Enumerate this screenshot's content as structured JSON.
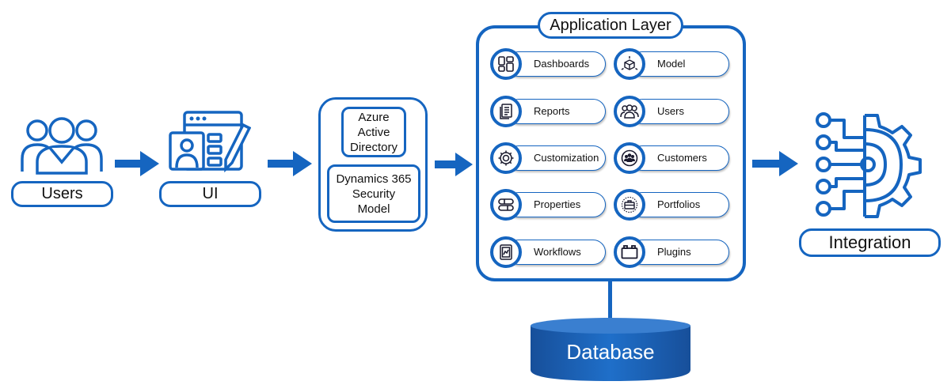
{
  "users": {
    "label": "Users",
    "icon": "users-group-icon"
  },
  "ui": {
    "label": "UI",
    "icon": "ui-form-icon"
  },
  "security": {
    "azure": "Azure\nActive\nDirectory",
    "dynamics": "Dynamics 365\nSecurity\nModel"
  },
  "application_layer": {
    "title": "Application Layer",
    "items": [
      {
        "label": "Dashboards",
        "icon": "dashboard-icon"
      },
      {
        "label": "Model",
        "icon": "cube-model-icon"
      },
      {
        "label": "Reports",
        "icon": "reports-icon"
      },
      {
        "label": "Users",
        "icon": "users-icon"
      },
      {
        "label": "Customization",
        "icon": "customization-icon"
      },
      {
        "label": "Customers",
        "icon": "customers-icon"
      },
      {
        "label": "Properties",
        "icon": "properties-icon"
      },
      {
        "label": "Portfolios",
        "icon": "portfolio-icon"
      },
      {
        "label": "Workflows",
        "icon": "workflows-icon"
      },
      {
        "label": "Plugins",
        "icon": "plugins-icon"
      }
    ]
  },
  "database": {
    "label": "Database"
  },
  "integration": {
    "label": "Integration",
    "icon": "integration-gear-icon"
  },
  "colors": {
    "primary": "#1565c0",
    "database_fill": "#1a5fb4",
    "database_top": "#3b7fd0"
  }
}
